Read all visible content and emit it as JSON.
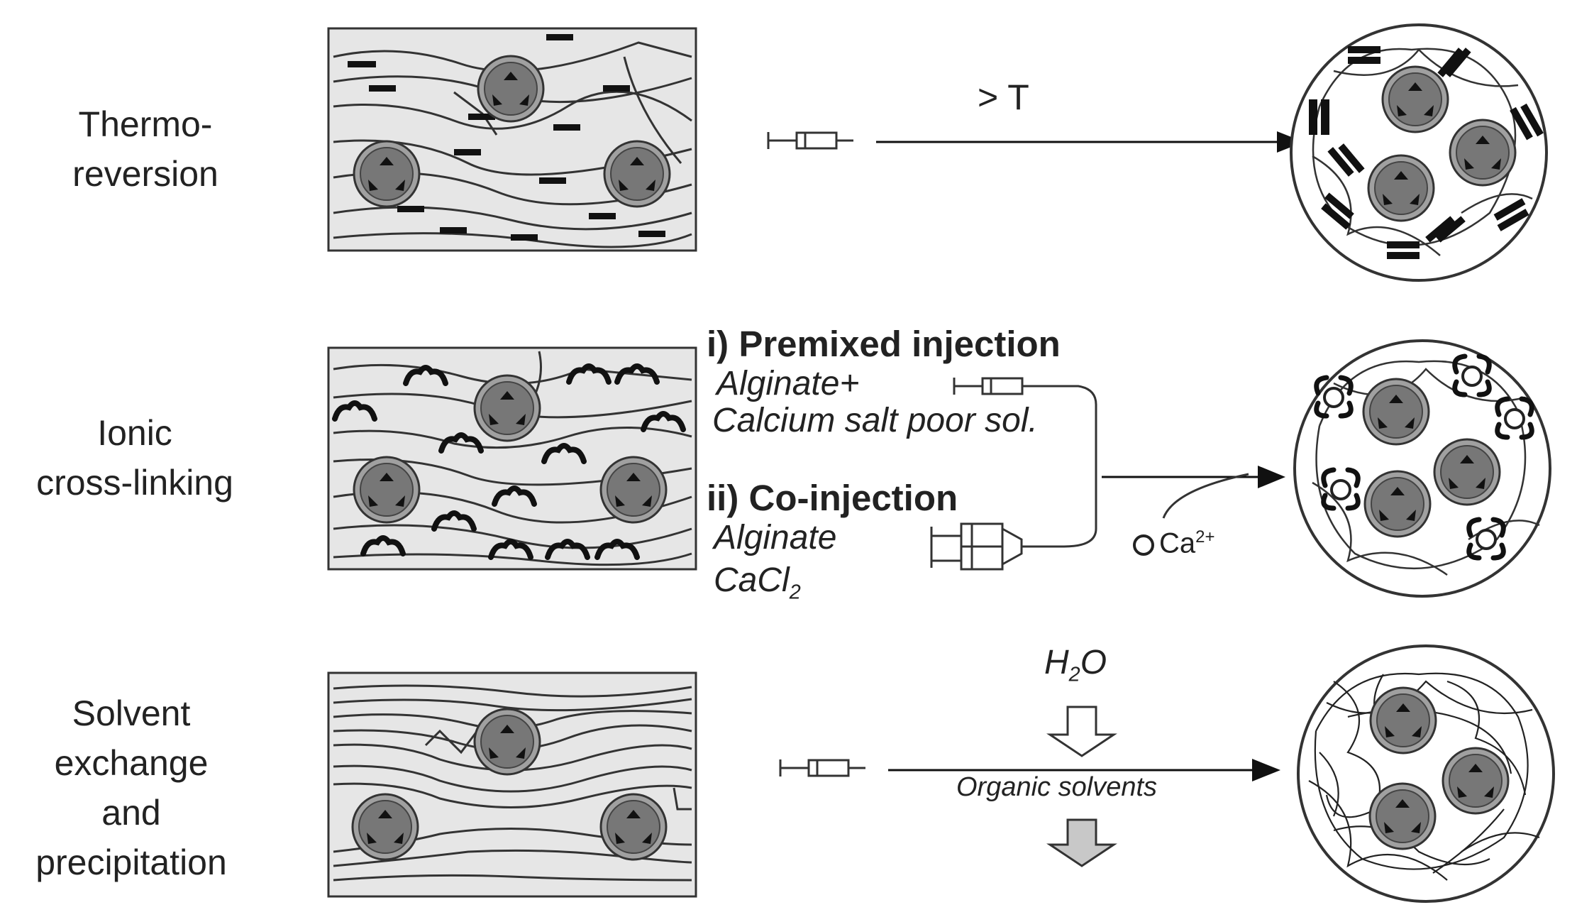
{
  "rows": [
    {
      "label_lines": [
        "Thermo-",
        "reversion"
      ],
      "condition": "> T",
      "colors": {
        "panel": "#e6e6e6",
        "particle": "#a0a0a0"
      }
    },
    {
      "label_lines": [
        "Ionic",
        "cross-linking"
      ],
      "method_i": "i) Premixed injection",
      "method_i_detail_1": "Alginate+",
      "method_i_detail_2": "Calcium salt poor sol.",
      "method_ii": "ii) Co-injection",
      "method_ii_detail_1": "Alginate",
      "method_ii_detail_2_main": "CaCl",
      "method_ii_detail_2_sub": "2",
      "ion_main": "Ca",
      "ion_sup": "2+"
    },
    {
      "label_lines": [
        "Solvent",
        "exchange",
        "and",
        "precipitation"
      ],
      "solvent_main_1": "H",
      "solvent_sub": "2",
      "solvent_main_2": "O",
      "arrow_label": "Organic solvents"
    }
  ],
  "icons": [
    "syringe-icon",
    "dual-syringe-icon",
    "calcium-ion-icon",
    "block-arrow-icon",
    "polymer-particle-icon"
  ]
}
